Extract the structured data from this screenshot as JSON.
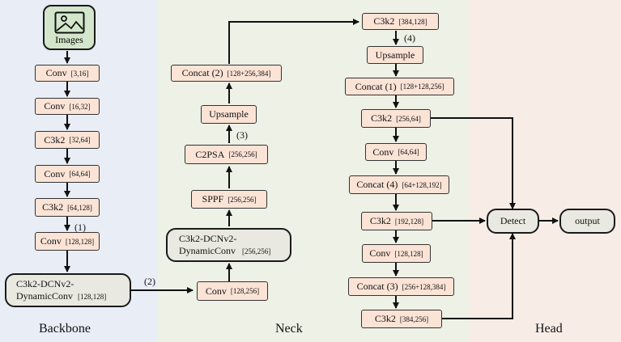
{
  "regions": {
    "backbone": "Backbone",
    "neck": "Neck",
    "head": "Head"
  },
  "input": {
    "label": "Images",
    "icon": "image-icon"
  },
  "backbone": {
    "conv1": {
      "name": "Conv",
      "dim": "[3,16]"
    },
    "conv2": {
      "name": "Conv",
      "dim": "[16,32]"
    },
    "c3k2_1": {
      "name": "C3k2",
      "dim": "[32,64]"
    },
    "conv3": {
      "name": "Conv",
      "dim": "[64,64]"
    },
    "c3k2_2": {
      "name": "C3k2",
      "dim": "[64,128]"
    },
    "conv4": {
      "name": "Conv",
      "dim": "[128,128]"
    },
    "dcn": {
      "line1": "C3k2-DCNv2-",
      "line2": "DynamicConv",
      "dim": "[128,128]"
    }
  },
  "neck": {
    "conv_in": {
      "name": "Conv",
      "dim": "[128,256]"
    },
    "dcn": {
      "line1": "C3k2-DCNv2-",
      "line2": "DynamicConv",
      "dim": "[256,256]"
    },
    "sppf": {
      "name": "SPPF",
      "dim": "[256,256]"
    },
    "c2psa": {
      "name": "C2PSA",
      "dim": "[256,256]"
    },
    "upsample1": {
      "name": "Upsample"
    },
    "concat2": {
      "name": "Concat (2)",
      "dim": "[128+256,384]"
    },
    "c3k2_top": {
      "name": "C3k2",
      "dim": "[384,128]"
    },
    "upsample2": {
      "name": "Upsample"
    },
    "concat1": {
      "name": "Concat (1)",
      "dim": "[128+128,256]"
    },
    "c3k2_a": {
      "name": "C3k2",
      "dim": "[256,64]"
    },
    "conv_a": {
      "name": "Conv",
      "dim": "[64,64]"
    },
    "concat4": {
      "name": "Concat (4)",
      "dim": "[64+128,192]"
    },
    "c3k2_b": {
      "name": "C3k2",
      "dim": "[192,128]"
    },
    "conv_b": {
      "name": "Conv",
      "dim": "[128,128]"
    },
    "concat3": {
      "name": "Concat (3)",
      "dim": "[256+128,384]"
    },
    "c3k2_c": {
      "name": "C3k2",
      "dim": "[384,256]"
    }
  },
  "head": {
    "detect": "Detect",
    "output": "output"
  },
  "edge_labels": {
    "e1": "(1)",
    "e2": "(2)",
    "e3": "(3)",
    "e4": "(4)"
  }
}
